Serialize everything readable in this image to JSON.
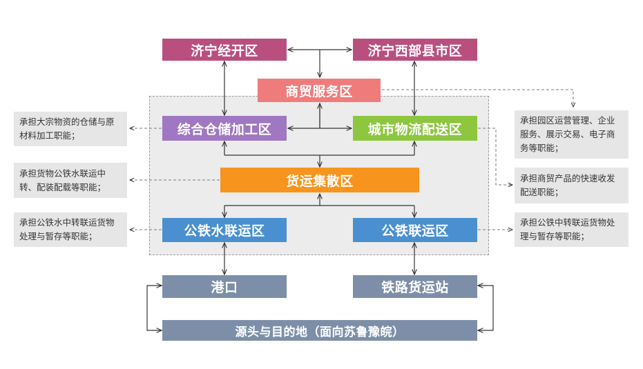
{
  "colors": {
    "top": "#b94f7f",
    "service": "#f07b7b",
    "storage": "#9f77c3",
    "distribution": "#8dc63f",
    "hub": "#f7941d",
    "transport": "#4a90d0",
    "external": "#7d8fa8",
    "note_bg": "#e6e6e6",
    "zone_bg": "#ececec"
  },
  "nodes": {
    "jining_jingkai": "济宁经开区",
    "jining_xibu": "济宁西部县市区",
    "shangmao": "商贸服务区",
    "zonghe_cangchu": "综合仓储加工区",
    "chengshi_wuliu": "城市物流配送区",
    "huoyun_jisan": "货运集散区",
    "gongtie_shuilian": "公铁水联运区",
    "gongtie_lianyun": "公铁联运区",
    "gangkou": "港口",
    "tielu_huoyun": "铁路货运站",
    "yuantou": "源头与目的地（面向苏鲁豫皖）"
  },
  "notes": {
    "left_1": "承担大宗物资的仓储与原材料加工职能；",
    "left_2": "承担货物公铁水联运中转、配装配载等职能；",
    "left_3": "承担公铁水中转联运货物处理与暂存等职能；",
    "right_1": "承担园区运营管理、企业服务、展示交易、电子商务等职能；",
    "right_2": "承担商贸产品的快速收发配送职能；",
    "right_3": "承担公铁中转联运货物处理与暂存等职能；"
  }
}
